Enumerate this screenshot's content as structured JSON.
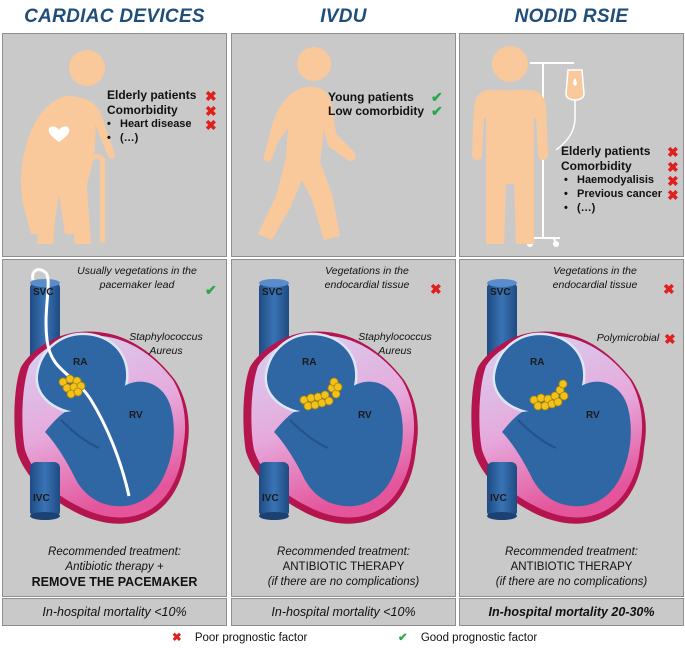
{
  "columns": [
    {
      "title": "CARDIAC DEVICES",
      "factors": [
        {
          "text": "Elderly patients",
          "mark": "x"
        },
        {
          "text": "Comorbidity",
          "mark": "x"
        }
      ],
      "bullets": [
        {
          "text": "Heart disease",
          "mark": "x"
        },
        {
          "text": "(…)",
          "mark": ""
        }
      ],
      "vegetation_note": [
        "Usually vegetations in the",
        "pacemaker lead"
      ],
      "vegetation_mark": "check",
      "organism": [
        "Staphylococcus",
        "Aureus"
      ],
      "labels": {
        "svc": "SVC",
        "ra": "RA",
        "rv": "RV",
        "ivc": "IVC"
      },
      "treatment": [
        "Recommended treatment:",
        "Antibiotic therapy +",
        "REMOVE THE PACEMAKER"
      ],
      "mortality": "In-hospital mortality <10%"
    },
    {
      "title": "IVDU",
      "factors": [
        {
          "text": "Young patients",
          "mark": "check"
        },
        {
          "text": "Low comorbidity",
          "mark": "check"
        }
      ],
      "vegetation_note": [
        "Vegetations in the",
        "endocardial tissue"
      ],
      "vegetation_mark": "x",
      "organism": [
        "Staphylococcus",
        "Aureus"
      ],
      "labels": {
        "svc": "SVC",
        "ra": "RA",
        "rv": "RV",
        "ivc": "IVC"
      },
      "treatment": [
        "Recommended treatment:",
        "ANTIBIOTIC THERAPY",
        "(if there are no complications)"
      ],
      "mortality": "In-hospital mortality <10%"
    },
    {
      "title": "NODID RSIE",
      "factors": [
        {
          "text": "Elderly patients",
          "mark": "x"
        },
        {
          "text": "Comorbidity",
          "mark": "x"
        }
      ],
      "bullets": [
        {
          "text": "Haemodyalisis",
          "mark": "x"
        },
        {
          "text": "Previous cancer",
          "mark": "x"
        },
        {
          "text": "(…)",
          "mark": ""
        }
      ],
      "vegetation_note": [
        "Vegetations in the",
        "endocardial tissue"
      ],
      "vegetation_mark": "x",
      "organism": [
        "Polymicrobial"
      ],
      "labels": {
        "svc": "SVC",
        "ra": "RA",
        "rv": "RV",
        "ivc": "IVC"
      },
      "treatment": [
        "Recommended treatment:",
        "ANTIBIOTIC THERAPY",
        "(if there are no complications)"
      ],
      "mortality": "In-hospital mortality  20-30%"
    }
  ],
  "legend": {
    "poor": "Poor prognostic factor",
    "good": "Good prognostic factor"
  },
  "symbols": {
    "x": "✖",
    "check": "✔"
  },
  "colors": {
    "title": "#1f4e79",
    "panel": "#c9c9c9",
    "figure": "#f9c99c",
    "vessel": "#2e62a0",
    "vegetation": "#f2c21b",
    "poor": "#e01f1f",
    "good": "#2aa84a"
  }
}
